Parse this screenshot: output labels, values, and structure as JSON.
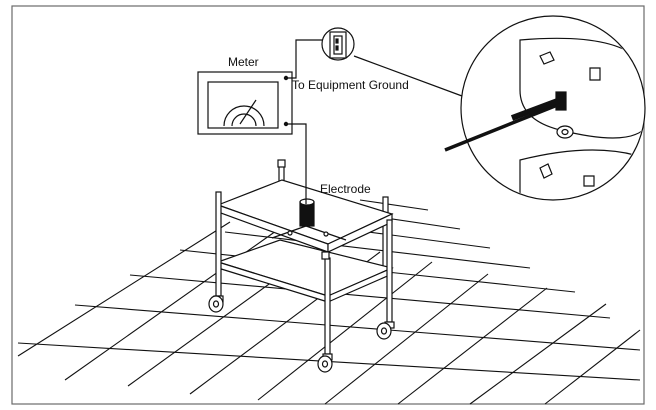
{
  "labels": {
    "meter": "Meter",
    "equipment_ground": "To Equipment Ground",
    "electrode": "Electrode"
  },
  "colors": {
    "stroke": "#111111",
    "background": "#ffffff",
    "frame": "#6a6a6a"
  }
}
